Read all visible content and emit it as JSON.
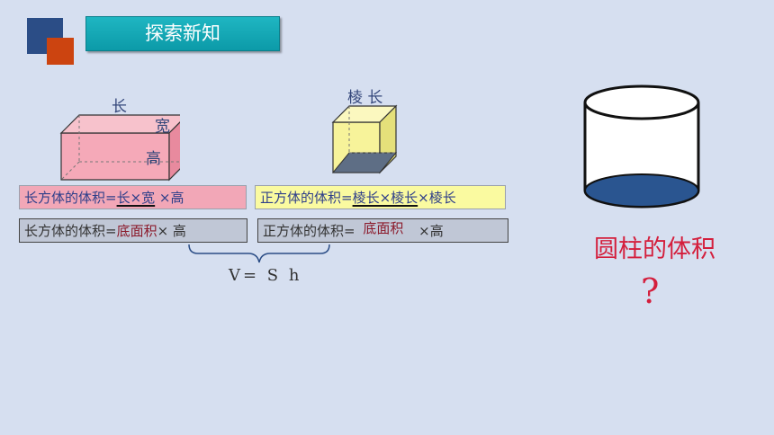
{
  "header": {
    "title": "探索新知"
  },
  "cuboid": {
    "length_label": "长",
    "width_label": "宽",
    "height_label": "高"
  },
  "cube": {
    "edge_label": "棱 长"
  },
  "formulas": {
    "cuboid_1": {
      "prefix": "长方体的体积=",
      "part1": "长×宽",
      "suffix": " ×高"
    },
    "cube_1": {
      "prefix": "正方体的体积=",
      "part1": "棱长×棱长",
      "suffix": "×棱长"
    },
    "cuboid_2": {
      "prefix": "长方体的体积=",
      "base_area": "底面积",
      "suffix": "× 高"
    },
    "cube_2": {
      "prefix": "正方体的体积=",
      "base_area": "底面积",
      "suffix": "×高"
    }
  },
  "general_formula": "V= S h",
  "cylinder": {
    "label": "圆柱的体积",
    "question_mark": "?"
  },
  "colors": {
    "pink": "#f2a7b7",
    "yellow": "#fafaa0",
    "accent_red": "#d41e3c",
    "teal": "#1fb6c2"
  }
}
